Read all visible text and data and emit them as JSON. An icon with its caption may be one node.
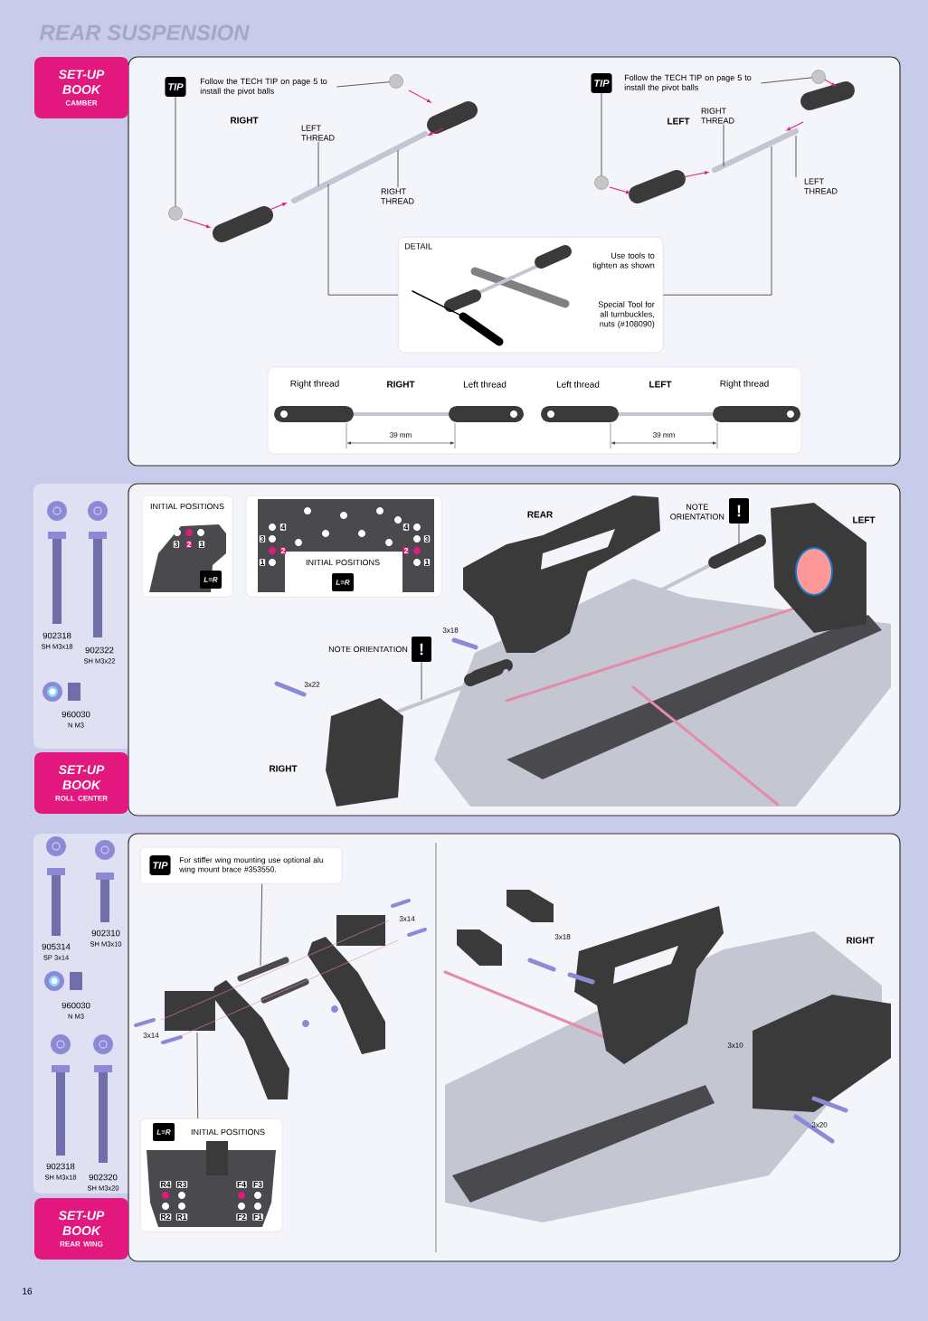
{
  "diagram": {
    "title": "REAR SUSPENSION",
    "nodes": [
      {
        "text": [
          "SET-UP BOOK",
          "CAMBER"
        ]
      },
      {
        "text": [
          "TIP"
        ],
        "beside": [
          "Follow the TECH TIP on page 5 to install the pivot balls"
        ]
      },
      {
        "text": [],
        "shape": "circle"
      },
      {
        "text": [],
        "shape": "circle"
      },
      {
        "text": [
          "LEFT THREAD"
        ]
      },
      {
        "text": [
          "RIGHT THREAD"
        ]
      },
      {
        "text": [
          "TIP"
        ],
        "beside": [
          "Follow the TECH TIP on page 5 to install the pivot balls"
        ]
      },
      {
        "text": [],
        "shape": "circle"
      },
      {
        "text": [],
        "shape": "circle"
      },
      {
        "text": [
          "RIGHT THREAD"
        ]
      },
      {
        "text": [
          "LEFT THREAD"
        ]
      },
      {
        "text": [
          "DETAIL",
          "Use tools to tighten as shown",
          "Special Tool for all turnbuckles, nuts (#108090)"
        ]
      },
      {
        "text": [
          "INITIAL POSITIONS"
        ]
      },
      {
        "text": [
          "INITIAL POSITIONS"
        ]
      },
      {
        "text": [
          "!"
        ],
        "beside": [
          "NOTE ORIENTATION"
        ]
      },
      {
        "text": [
          "!"
        ],
        "beside": [
          "NOTE ORIENTATION"
        ]
      },
      {
        "text": [
          "SET-UP BOOK",
          "ROLL CENTER"
        ]
      },
      {
        "text": [
          "TIP",
          "For stiffer wing mounting use optional alu wing mount brace #353550."
        ]
      },
      {
        "text": [
          "INITIAL POSITIONS"
        ]
      },
      {
        "text": [
          "SET-UP BOOK",
          "REAR WING"
        ]
      }
    ],
    "edges": [
      {
        "from": 1,
        "to": 2,
        "arrow": "none"
      },
      {
        "from": 1,
        "to": 3,
        "arrow": "none"
      },
      {
        "from": 4,
        "to": null,
        "arrow": "none"
      },
      {
        "from": 5,
        "to": null,
        "arrow": "none"
      },
      {
        "from": 6,
        "to": 7,
        "arrow": "none"
      },
      {
        "from": 6,
        "to": 8,
        "arrow": "none"
      },
      {
        "from": 9,
        "to": null,
        "arrow": "none"
      },
      {
        "from": 10,
        "to": null,
        "arrow": "none"
      },
      {
        "from": 11,
        "to": null,
        "arrow": "none"
      },
      {
        "from": 11,
        "to": null,
        "arrow": "none"
      },
      {
        "from": 14,
        "to": null,
        "arrow": "none"
      },
      {
        "from": 15,
        "to": null,
        "arrow": "none"
      },
      {
        "from": 17,
        "to": null,
        "arrow": "none"
      },
      {
        "from": 18,
        "to": null,
        "arrow": "none"
      }
    ],
    "labels": [
      "RIGHT",
      "LEFT",
      "Right thread",
      "RIGHT",
      "Left thread",
      "Left thread",
      "LEFT",
      "Right thread",
      "39 mm",
      "39 mm",
      "902318",
      "SH M3x18",
      "902322",
      "SH M3x22",
      "960030",
      "N M3",
      "3",
      "2",
      "1",
      "L=R",
      "4",
      "3",
      "2",
      "1",
      "4",
      "3",
      "2",
      "1",
      "L=R",
      "REAR",
      "LEFT",
      "3x18",
      "3x22",
      "RIGHT",
      "905314",
      "SP 3x14",
      "902310",
      "SH M3x10",
      "960030",
      "N M3",
      "902318",
      "SH M3x18",
      "902320",
      "SH M3x20",
      "3x14",
      "3x14",
      "L=R",
      "R4",
      "R3",
      "R2",
      "R1",
      "F4",
      "F3",
      "F2",
      "F1",
      "3x18",
      "3x10",
      "3x20",
      "RIGHT",
      "16"
    ]
  }
}
